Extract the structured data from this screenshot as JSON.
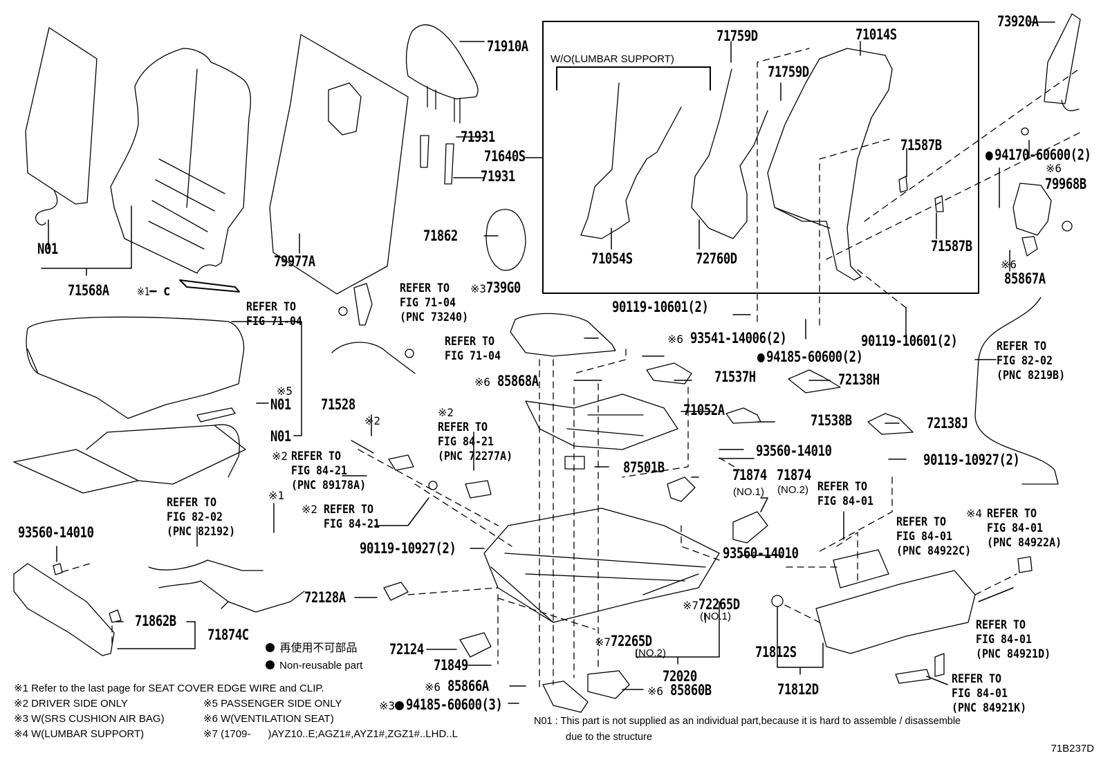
{
  "diagram": {
    "figure_code": "71B237D",
    "inset_title": "W/O(LUMBAR SUPPORT)",
    "parts": {
      "p71568A": "71568A",
      "p71568A_n01": "N01",
      "p79977A": "79977A",
      "p71910A": "71910A",
      "p71931a": "71931",
      "p71931b": "71931",
      "p71640S": "71640S",
      "p71862": "71862",
      "p71759Da": "71759D",
      "p71759Db": "71759D",
      "p71014S": "71014S",
      "p71054S": "71054S",
      "p72760D": "72760D",
      "p71587Ba": "71587B",
      "p71587Bb": "71587B",
      "p73920A": "73920A",
      "p94170": "94170-60600(2)",
      "p79968B": "79968B",
      "p85867A": "85867A",
      "p739G0": "739G0",
      "p90119a": "90119-10601(2)",
      "p90119b": "90119-10601(2)",
      "p93541": "93541-14006(2)",
      "p94185a": "94185-60600(2)",
      "p85868A": "85868A",
      "p71537H": "71537H",
      "p72138H": "72138H",
      "p71052A": "71052A",
      "p71538B": "71538B",
      "p72138J": "72138J",
      "p93560a": "93560-14010",
      "p87501B": "87501B",
      "p90119c": "90119-10927(2)",
      "p71874a": "71874",
      "p71874b": "71874",
      "no1": "(NO.1)",
      "no2": "(NO.2)",
      "p71528": "71528",
      "n01a": "N01",
      "n01b": "N01",
      "p93560b": "93560-14010",
      "p93560c": "93560-14010",
      "p90119d": "90119-10927(2)",
      "p72128A": "72128A",
      "p71862B": "71862B",
      "p71874C": "71874C",
      "p72124": "72124",
      "p71849": "71849",
      "p85866A": "85866A",
      "p94185b": "94185-60600(3)",
      "p72265Da": "72265D",
      "p72265Db": "72265D",
      "p72265D_no1": "(NO.1)",
      "p72265D_no2": "(NO.2)",
      "p72020": "72020",
      "p85860B": "85860B",
      "p71812S": "71812S",
      "p71812D": "71812D"
    },
    "marks": {
      "m1": "※1",
      "m2": "※2",
      "m3": "※3",
      "m4": "※4",
      "m5": "※5",
      "m6": "※6",
      "m7": "※7"
    },
    "refs": {
      "r7104a": [
        "REFER TO",
        "FIG 71-04"
      ],
      "r7104b": [
        "REFER TO",
        "FIG 71-04",
        "(PNC 73240)"
      ],
      "r7104c": [
        "REFER TO",
        "FIG 71-04"
      ],
      "r8202a": [
        "REFER TO",
        "FIG 82-02",
        "(PNC 8219B)"
      ],
      "r8202b": [
        "REFER TO",
        "FIG 82-02",
        "(PNC 82192)"
      ],
      "r8421a": [
        "REFER TO",
        "FIG 84-21",
        "(PNC 89178A)"
      ],
      "r8421b": [
        "REFER TO",
        "FIG 84-21",
        "(PNC 72277A)"
      ],
      "r8421c": [
        "REFER TO",
        "FIG 84-21"
      ],
      "r8401a": [
        "REFER TO",
        "FIG 84-01"
      ],
      "r8401b": [
        "REFER TO",
        "FIG 84-01",
        "(PNC 84922C)"
      ],
      "r8401c": [
        "REFER TO",
        "FIG 84-01",
        "(PNC 84922A)"
      ],
      "r8401d": [
        "REFER TO",
        "FIG 84-01",
        "(PNC 84921D)"
      ],
      "r8401e": [
        "REFER TO",
        "FIG 84-01",
        "(PNC 84921K)"
      ]
    },
    "legend": {
      "jp": "再使用不可部品",
      "en": "Non-reusable part"
    },
    "footnotes": {
      "f1": "※1 Refer to the last page for SEAT COVER EDGE WIRE and CLIP.",
      "f2": "※2 DRIVER SIDE ONLY",
      "f3": "※3 W(SRS CUSHION AIR BAG)",
      "f4": "※4 W(LUMBAR SUPPORT)",
      "f5": "※5 PASSENGER SIDE ONLY",
      "f6": "※6 W(VENTILATION SEAT)",
      "f7": "※7 (1709-      )AYZ10..E;AGZ1#,AYZ1#,ZGZ1#..LHD..L",
      "n01_line1": "N01 : This part is not supplied as an individual part,because it is hard to assemble / disassemble",
      "n01_line2": "due to the structure"
    }
  }
}
